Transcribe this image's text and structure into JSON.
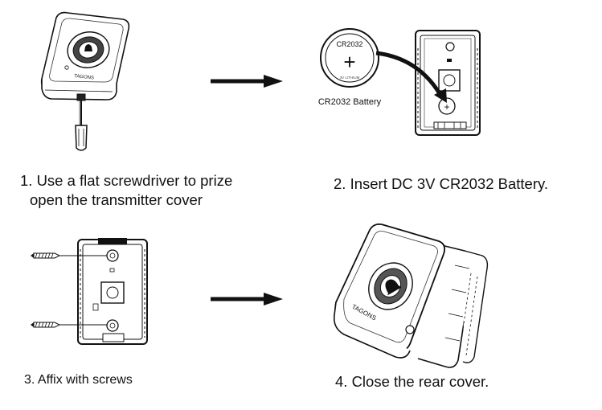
{
  "steps": [
    {
      "caption_line1": "1. Use a flat screwdriver to prize",
      "caption_line2": "open the transmitter cover"
    },
    {
      "caption_line1": "2. Insert DC 3V CR2032  Battery."
    },
    {
      "caption_line1": "3. Affix with screws"
    },
    {
      "caption_line1": "4. Close the rear cover."
    }
  ],
  "battery": {
    "label": "CR2032 Battery",
    "coin_text": "CR2032",
    "polarity": "+"
  },
  "device_brand_text": "TAGONS"
}
